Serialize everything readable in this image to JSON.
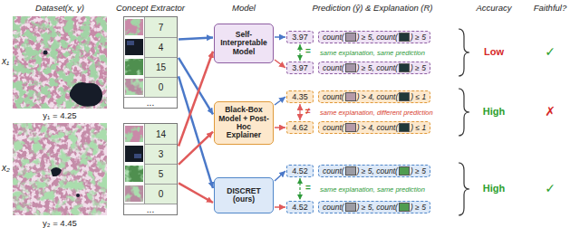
{
  "diagram": {
    "nodes": [
      {
        "text": [
          "7",
          "4",
          "15",
          "0",
          "..."
        ]
      },
      {
        "text": [
          "14",
          "3",
          "5",
          "0",
          "..."
        ]
      },
      {
        "text": [
          "Self-Interpretable Model"
        ]
      },
      {
        "text": [
          "Black-Box Model + Post-Hoc Explainer"
        ]
      },
      {
        "text": [
          "DISCRET (ours)"
        ]
      },
      {
        "text": [
          "3.97"
        ]
      },
      {
        "text": [
          "count(",
          ") ≥ 5, count(",
          ") ≥ 5"
        ]
      },
      {
        "text": [
          "3.97"
        ]
      },
      {
        "text": [
          "count(",
          ") ≥ 5, count(",
          ") ≥ 5"
        ]
      },
      {
        "text": [
          "4.35"
        ]
      },
      {
        "text": [
          "count(",
          ") > 4, count(",
          ") ≤ 1"
        ]
      },
      {
        "text": [
          "4.62"
        ]
      },
      {
        "text": [
          "count(",
          ") > 4, count(",
          ") ≤ 1"
        ]
      },
      {
        "text": [
          "4.52"
        ]
      },
      {
        "text": [
          "count(",
          ") ≥ 5, count(",
          ") ≥ 5"
        ]
      },
      {
        "text": [
          "4.52"
        ]
      },
      {
        "text": [
          "count(",
          ") ≥ 5, count(",
          ") ≥ 5"
        ]
      }
    ],
    "edges": [
      {
        "from": 0,
        "to": 2,
        "arrow": "to"
      },
      {
        "from": 0,
        "to": 3,
        "arrow": "to"
      },
      {
        "from": 0,
        "to": 4,
        "arrow": "to"
      },
      {
        "from": 1,
        "to": 2,
        "arrow": "to"
      },
      {
        "from": 1,
        "to": 3,
        "arrow": "to"
      },
      {
        "from": 1,
        "to": 4,
        "arrow": "to"
      },
      {
        "from": 2,
        "to": 5,
        "arrow": "to"
      },
      {
        "from": 2,
        "to": 7,
        "arrow": "to"
      },
      {
        "from": 3,
        "to": 9,
        "arrow": "to"
      },
      {
        "from": 3,
        "to": 11,
        "arrow": "to"
      },
      {
        "from": 4,
        "to": 13,
        "arrow": "to"
      },
      {
        "from": 4,
        "to": 15,
        "arrow": "to"
      },
      {
        "from": 5,
        "to": 7,
        "arrow": "both",
        "label": "same explanation, same prediction"
      },
      {
        "from": 9,
        "to": 11,
        "arrow": "both",
        "label": "same explanation, different prediction"
      },
      {
        "from": 13,
        "to": 15,
        "arrow": "both",
        "label": "same explanation, same prediction"
      }
    ],
    "labels": [
      "Dataset(x, y)",
      "Concept Extractor",
      "Model",
      "Prediction (ŷ) & Explanation (R)",
      "Accuracy",
      "Faithful?",
      "x₁",
      "y₁ = 4.25",
      "x₂",
      "y₂ = 4.45",
      "=",
      "≠",
      "=",
      "Low",
      "High",
      "High",
      "✓",
      "✗",
      "✓"
    ]
  }
}
